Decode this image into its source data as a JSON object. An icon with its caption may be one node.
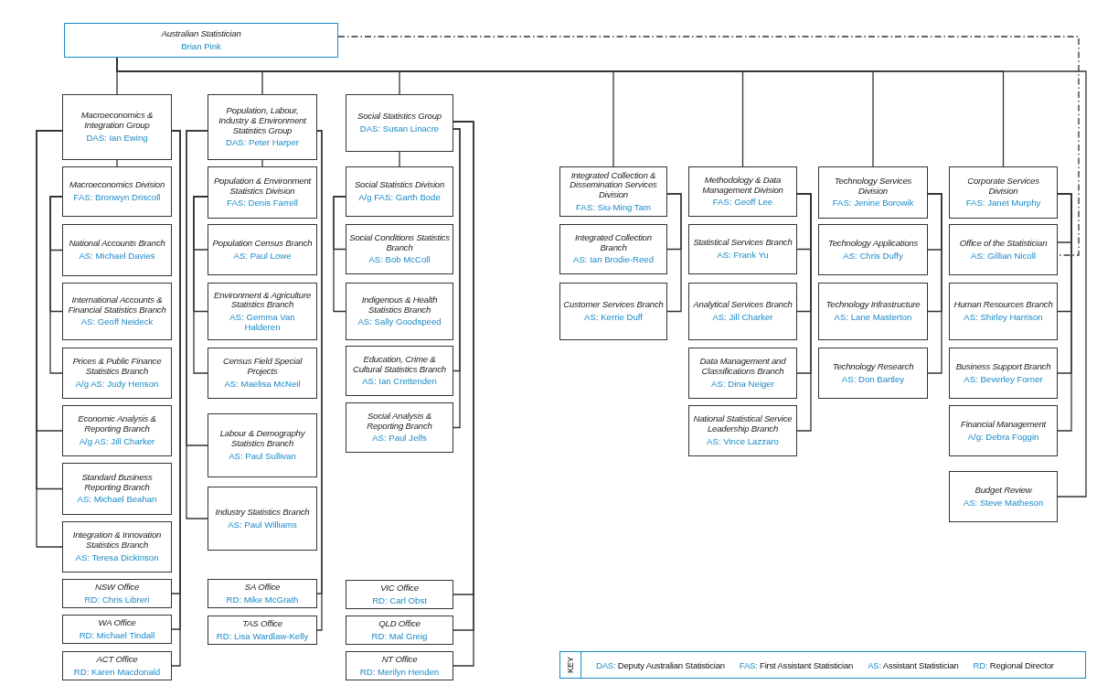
{
  "diagram": {
    "nodes": [
      {
        "text": [
          "Australian Statistician",
          "Brian Pink"
        ]
      },
      {
        "text": [
          "Macroeconomics & Integration Group",
          "DAS: Ian Ewing"
        ]
      },
      {
        "text": [
          "Macroeconomics Division",
          "FAS: Bronwyn Driscoll"
        ]
      },
      {
        "text": [
          "National Accounts Branch",
          "AS: Michael Davies"
        ]
      },
      {
        "text": [
          "International Accounts & Financial Statistics Branch",
          "AS: Geoff Neideck"
        ]
      },
      {
        "text": [
          "Prices & Public Finance Statistics Branch",
          "A/g AS: Judy Henson"
        ]
      },
      {
        "text": [
          "Economic Analysis & Reporting Branch",
          "A/g AS: Jill Charker"
        ]
      },
      {
        "text": [
          "Standard Business Reporting Branch",
          "AS: Michael Beahan"
        ]
      },
      {
        "text": [
          "Integration & Innovation Statistics Branch",
          "AS: Teresa Dickinson"
        ]
      },
      {
        "text": [
          "NSW Office",
          "RD: Chris Libreri"
        ]
      },
      {
        "text": [
          "WA Office",
          "RD: Michael Tindall"
        ]
      },
      {
        "text": [
          "ACT Office",
          "RD: Karen Macdonald"
        ]
      },
      {
        "text": [
          "Population, Labour, Industry & Environment Statistics Group",
          "DAS: Peter Harper"
        ]
      },
      {
        "text": [
          "Population & Environment Statistics Division",
          "FAS: Denis Farrell"
        ]
      },
      {
        "text": [
          "Population Census Branch",
          "AS: Paul Lowe"
        ]
      },
      {
        "text": [
          "Environment & Agriculture Statistics Branch",
          "AS: Gemma Van Halderen"
        ]
      },
      {
        "text": [
          "Census Field Special Projects",
          "AS: Maelisa McNeil"
        ]
      },
      {
        "text": [
          "Labour & Demography Statistics Branch",
          "AS: Paul Sullivan"
        ]
      },
      {
        "text": [
          "Industry Statistics Branch",
          "AS: Paul Williams"
        ]
      },
      {
        "text": [
          "SA Office",
          "RD: Mike McGrath"
        ]
      },
      {
        "text": [
          "TAS Office",
          "RD: Lisa Wardlaw-Kelly"
        ]
      },
      {
        "text": [
          "Social Statistics Group",
          "DAS: Susan Linacre"
        ]
      },
      {
        "text": [
          "Social Statistics Division",
          "A/g FAS: Garth Bode"
        ]
      },
      {
        "text": [
          "Social Conditions Statistics Branch",
          "AS: Bob McColl"
        ]
      },
      {
        "text": [
          "Indigenous & Health Statistics Branch",
          "AS: Sally Goodspeed"
        ]
      },
      {
        "text": [
          "Education, Crime & Cultural Statistics Branch",
          "AS: Ian Crettenden"
        ]
      },
      {
        "text": [
          "Social Analysis & Reporting Branch",
          "AS: Paul Jelfs"
        ]
      },
      {
        "text": [
          "VIC Office",
          "RD: Carl Obst"
        ]
      },
      {
        "text": [
          "QLD Office",
          "RD: Mal Greig"
        ]
      },
      {
        "text": [
          "NT Office",
          "RD: Merilyn Henden"
        ]
      },
      {
        "text": [
          "Integrated Collection & Dissemination Services Division",
          "FAS: Siu-Ming Tam"
        ]
      },
      {
        "text": [
          "Integrated Collection Branch",
          "AS: Ian Brodie-Reed"
        ]
      },
      {
        "text": [
          "Customer Services Branch",
          "AS: Kerrie Duff"
        ]
      },
      {
        "text": [
          "Methodology & Data Management Division",
          "FAS: Geoff Lee"
        ]
      },
      {
        "text": [
          "Statistical Services Branch",
          "AS: Frank Yu"
        ]
      },
      {
        "text": [
          "Analytical Services Branch",
          "AS: Jill Charker"
        ]
      },
      {
        "text": [
          "Data Management and Classifications Branch",
          "AS: Dina Neiger"
        ]
      },
      {
        "text": [
          "National Statistical Service Leadership Branch",
          "AS: Vince Lazzaro"
        ]
      },
      {
        "text": [
          "Technology Services Division",
          "FAS: Jenine Borowik"
        ]
      },
      {
        "text": [
          "Technology Applications",
          "AS: Chris Duffy"
        ]
      },
      {
        "text": [
          "Technology Infrastructure",
          "AS: Lane Masterton"
        ]
      },
      {
        "text": [
          "Technology Research",
          "AS: Don Bartley"
        ]
      },
      {
        "text": [
          "Corporate Services Division",
          "FAS: Janet Murphy"
        ]
      },
      {
        "text": [
          "Office of the Statistician",
          "AS: Gillian Nicoll"
        ]
      },
      {
        "text": [
          "Human Resources Branch",
          "AS: Shirley Harrison"
        ]
      },
      {
        "text": [
          "Business Support Branch",
          "AS: Beverley Forner"
        ]
      },
      {
        "text": [
          "Financial Management",
          "A/g: Debra Foggin"
        ]
      },
      {
        "text": [
          "Budget Review",
          "AS: Steve Matheson"
        ]
      }
    ],
    "edges": [
      {
        "from": 0,
        "to": 1,
        "arrow": "none"
      },
      {
        "from": 0,
        "to": 12,
        "arrow": "none"
      },
      {
        "from": 0,
        "to": 21,
        "arrow": "none"
      },
      {
        "from": 0,
        "to": 30,
        "arrow": "none"
      },
      {
        "from": 0,
        "to": 33,
        "arrow": "none"
      },
      {
        "from": 0,
        "to": 38,
        "arrow": "none"
      },
      {
        "from": 0,
        "to": 42,
        "arrow": "none"
      },
      {
        "from": 0,
        "to": 47,
        "arrow": "none"
      },
      {
        "from": 0,
        "to": 43,
        "arrow": "none",
        "style": "dashed"
      },
      {
        "from": 1,
        "to": 2,
        "arrow": "none"
      },
      {
        "from": 2,
        "to": 3,
        "arrow": "none"
      },
      {
        "from": 2,
        "to": 4,
        "arrow": "none"
      },
      {
        "from": 2,
        "to": 5,
        "arrow": "none"
      },
      {
        "from": 1,
        "to": 6,
        "arrow": "none"
      },
      {
        "from": 1,
        "to": 7,
        "arrow": "none"
      },
      {
        "from": 1,
        "to": 8,
        "arrow": "none"
      },
      {
        "from": 1,
        "to": 9,
        "arrow": "none"
      },
      {
        "from": 1,
        "to": 10,
        "arrow": "none"
      },
      {
        "from": 1,
        "to": 11,
        "arrow": "none"
      },
      {
        "from": 12,
        "to": 13,
        "arrow": "none"
      },
      {
        "from": 13,
        "to": 14,
        "arrow": "none"
      },
      {
        "from": 13,
        "to": 15,
        "arrow": "none"
      },
      {
        "from": 13,
        "to": 16,
        "arrow": "none"
      },
      {
        "from": 12,
        "to": 17,
        "arrow": "none"
      },
      {
        "from": 12,
        "to": 18,
        "arrow": "none"
      },
      {
        "from": 12,
        "to": 19,
        "arrow": "none"
      },
      {
        "from": 12,
        "to": 20,
        "arrow": "none"
      },
      {
        "from": 21,
        "to": 22,
        "arrow": "none"
      },
      {
        "from": 22,
        "to": 23,
        "arrow": "none"
      },
      {
        "from": 22,
        "to": 24,
        "arrow": "none"
      },
      {
        "from": 21,
        "to": 25,
        "arrow": "none"
      },
      {
        "from": 21,
        "to": 26,
        "arrow": "none"
      },
      {
        "from": 21,
        "to": 27,
        "arrow": "none"
      },
      {
        "from": 21,
        "to": 28,
        "arrow": "none"
      },
      {
        "from": 21,
        "to": 29,
        "arrow": "none"
      },
      {
        "from": 30,
        "to": 31,
        "arrow": "none"
      },
      {
        "from": 30,
        "to": 32,
        "arrow": "none"
      },
      {
        "from": 33,
        "to": 34,
        "arrow": "none"
      },
      {
        "from": 33,
        "to": 35,
        "arrow": "none"
      },
      {
        "from": 33,
        "to": 36,
        "arrow": "none"
      },
      {
        "from": 33,
        "to": 37,
        "arrow": "none"
      },
      {
        "from": 38,
        "to": 39,
        "arrow": "none"
      },
      {
        "from": 38,
        "to": 40,
        "arrow": "none"
      },
      {
        "from": 38,
        "to": 41,
        "arrow": "none"
      },
      {
        "from": 42,
        "to": 43,
        "arrow": "none"
      },
      {
        "from": 42,
        "to": 44,
        "arrow": "none"
      },
      {
        "from": 42,
        "to": 45,
        "arrow": "none"
      },
      {
        "from": 42,
        "to": 46,
        "arrow": "none"
      }
    ],
    "labels": [
      "KEY"
    ],
    "legend": [
      {
        "text": "DAS: Deputy Australian Statistician"
      },
      {
        "text": "FAS: First Assistant Statistician"
      },
      {
        "text": "AS: Assistant Statistician"
      },
      {
        "text": "RD: Regional Director"
      }
    ]
  }
}
